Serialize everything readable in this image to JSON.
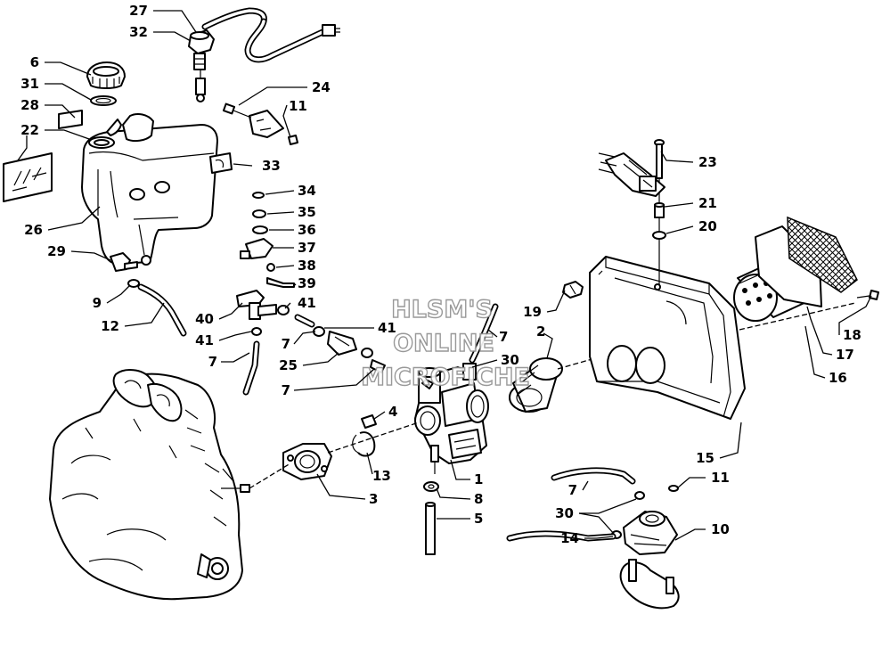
{
  "watermark": {
    "lines": [
      "HLSM'S",
      "ONLINE",
      "MICROFICHE"
    ]
  },
  "callouts": [
    "27",
    "32",
    "6",
    "31",
    "28",
    "22",
    "24",
    "11",
    "33",
    "26",
    "34",
    "35",
    "36",
    "37",
    "38",
    "39",
    "29",
    "9",
    "12",
    "40",
    "41",
    "41",
    "41",
    "7",
    "25",
    "7",
    "7",
    "7",
    "30",
    "4",
    "13",
    "3",
    "1",
    "8",
    "5",
    "2",
    "19",
    "23",
    "21",
    "20",
    "18",
    "17",
    "16",
    "15",
    "7",
    "30",
    "14",
    "11",
    "10"
  ]
}
